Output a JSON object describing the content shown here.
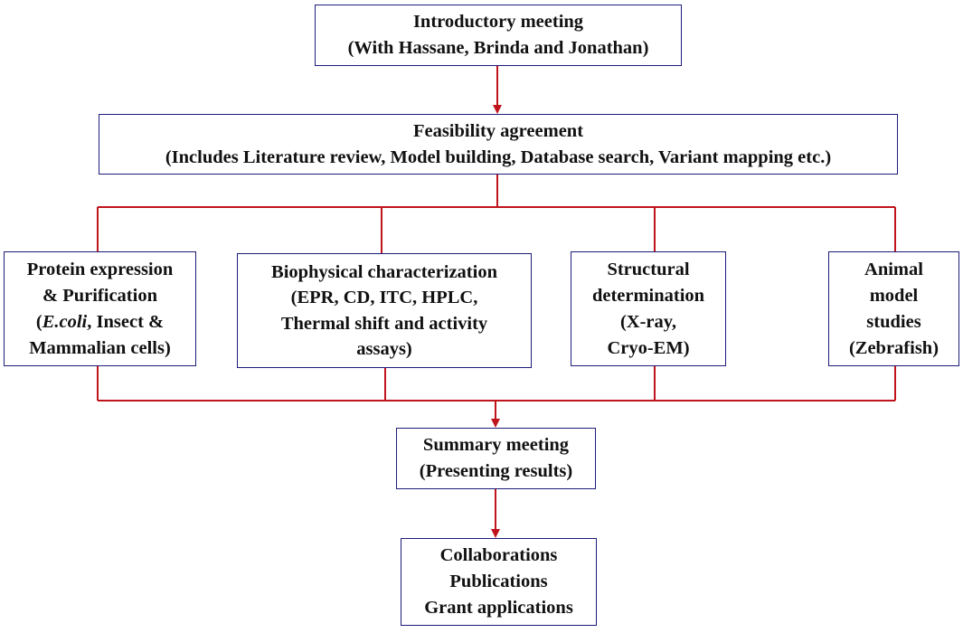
{
  "diagram": {
    "line_color": "#c0141c",
    "border_color": "#1c1c7a",
    "nodes": {
      "intro": {
        "lines": [
          "Introductory meeting",
          "(With Hassane, Brinda and Jonathan)"
        ]
      },
      "feasibility": {
        "lines": [
          "Feasibility agreement",
          "(Includes Literature review, Model building, Database search, Variant mapping etc.)"
        ]
      },
      "protein": {
        "line1": "Protein expression",
        "line2": "& Purification",
        "line3_open": "(",
        "line3_italic": "E.coli",
        "line3_rest": ", Insect &",
        "line4": "Mammalian cells)"
      },
      "biophysical": {
        "lines": [
          "Biophysical characterization",
          "(EPR, CD, ITC, HPLC,",
          "Thermal shift and activity",
          "assays)"
        ]
      },
      "structural": {
        "lines": [
          "Structural",
          "determination",
          "(X-ray,",
          "Cryo-EM)"
        ]
      },
      "animal": {
        "lines": [
          "Animal",
          "model",
          "studies",
          "(Zebrafish)"
        ]
      },
      "summary": {
        "lines": [
          "Summary meeting",
          "(Presenting results)"
        ]
      },
      "outcomes": {
        "lines": [
          "Collaborations",
          "Publications",
          "Grant applications"
        ]
      }
    }
  }
}
